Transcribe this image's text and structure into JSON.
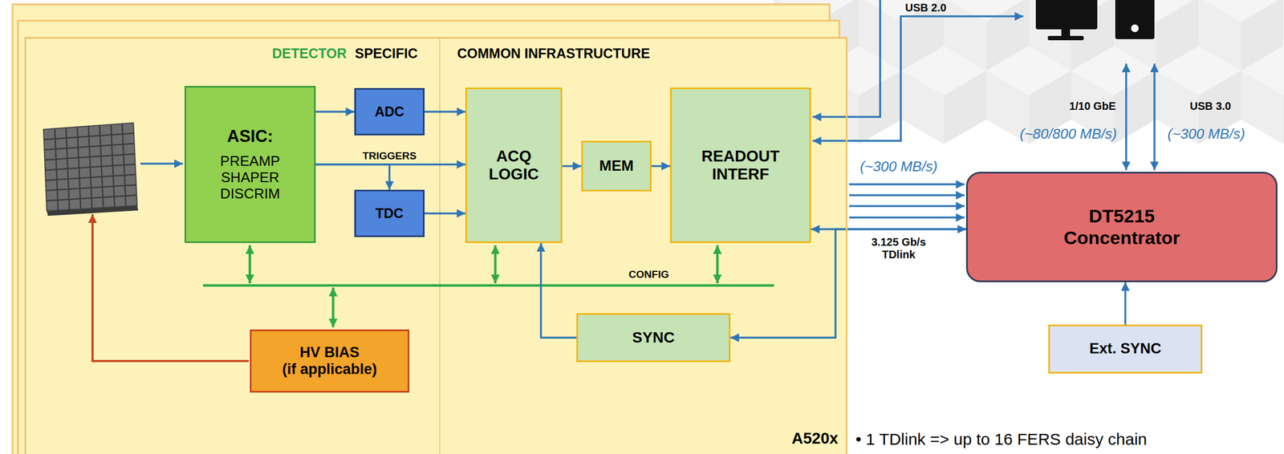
{
  "diagram": {
    "nodes": [
      {
        "text": [
          "A520x"
        ]
      },
      {
        "text": [
          "ASIC:",
          "PREAMP SHAPER DISCRIM"
        ],
        "in": 0
      },
      {
        "text": [
          "ADC"
        ],
        "in": 0
      },
      {
        "text": [
          "TDC"
        ],
        "in": 0
      },
      {
        "text": [
          "ACQ LOGIC"
        ],
        "in": 0
      },
      {
        "text": [
          "MEM"
        ],
        "in": 0
      },
      {
        "text": [
          "READOUT INTERF"
        ],
        "in": 0
      },
      {
        "text": [
          "HV BIAS",
          "(if applicable)"
        ],
        "in": 0
      },
      {
        "text": [
          "SYNC"
        ],
        "in": 0
      },
      {
        "text": [
          "DT5215 Concentrator"
        ]
      },
      {
        "text": [
          "Ext. SYNC"
        ]
      }
    ],
    "edges": [
      {
        "from": 1,
        "to": 2,
        "arrow": "to"
      },
      {
        "from": 2,
        "to": 4,
        "arrow": "to"
      },
      {
        "from": 1,
        "to": 4,
        "label": "TRIGGERS",
        "arrow": "to"
      },
      {
        "from": 1,
        "to": 3,
        "arrow": "to"
      },
      {
        "from": 3,
        "to": 4,
        "arrow": "to"
      },
      {
        "from": 4,
        "to": 5,
        "arrow": "to"
      },
      {
        "from": 5,
        "to": 6,
        "arrow": "to"
      },
      {
        "from": 8,
        "to": 4,
        "arrow": "to"
      },
      {
        "from": 6,
        "to": 9,
        "arrow": "both"
      },
      {
        "from": 9,
        "to": 8,
        "arrow": "to"
      },
      {
        "from": 10,
        "to": 9,
        "arrow": "to"
      }
    ],
    "labels": [
      "DETECTOR",
      "SPECIFIC",
      "COMMON INFRASTRUCTURE",
      "CONFIG",
      "USB 2.0",
      "1/10 GbE",
      "(~80/800 MB/s)",
      "USB 3.0",
      "(~300 MB/s)",
      "(~300 MB/s)",
      "3.125 Gb/s TDlink",
      "• 1 TDlink => up to 16 FERS daisy chain"
    ]
  }
}
